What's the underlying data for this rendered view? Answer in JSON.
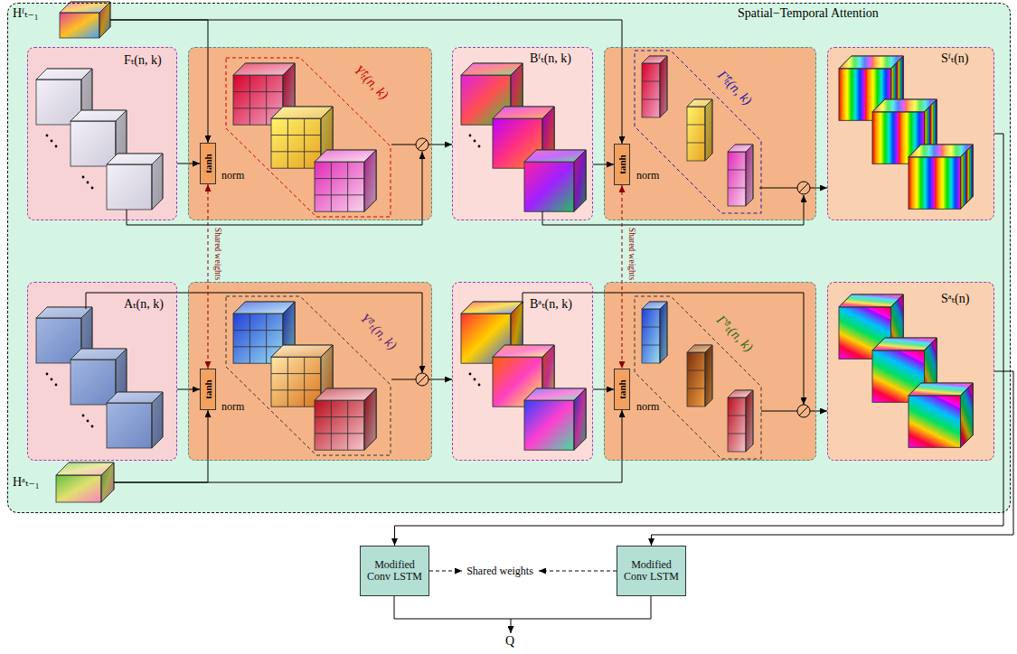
{
  "diagram": {
    "nodes": [
      {
        "text": [
          "Spatial−Temporal Attention"
        ]
      },
      {
        "text": [
          "Hᶠₜ₋₁"
        ],
        "in": 0
      },
      {
        "text": [
          "Fₜ(n, k)"
        ],
        "in": 0
      },
      {
        "text": [
          "Υ̂ᶠₜ(n, k)",
          "norm"
        ],
        "in": 0
      },
      {
        "text": [
          "tanh"
        ],
        "in": 3
      },
      {
        "text": [
          "Bᶠₜ(n, k)"
        ],
        "in": 0
      },
      {
        "text": [
          "Γ̂ᶠₜ(n, k)",
          "norm"
        ],
        "in": 0
      },
      {
        "text": [
          "tanh"
        ],
        "in": 6
      },
      {
        "text": [
          "Sᶠₜ(n)"
        ],
        "in": 0
      },
      {
        "text": [
          "Aₜ(n, k)"
        ],
        "in": 0
      },
      {
        "text": [
          "Υ̂ᵃₜ(n, k)",
          "norm"
        ],
        "in": 0
      },
      {
        "text": [
          "tanh"
        ],
        "in": 10
      },
      {
        "text": [
          "Bᵃₜ(n, k)"
        ],
        "in": 0
      },
      {
        "text": [
          "Γ̂ᵃₜ(n, k)",
          "norm"
        ],
        "in": 0
      },
      {
        "text": [
          "tanh"
        ],
        "in": 13
      },
      {
        "text": [
          "Sᵃₜ(n)"
        ],
        "in": 0
      },
      {
        "text": [
          "Hᵃₜ₋₁"
        ],
        "in": 0
      },
      {
        "text": [
          "Modified Conv LSTM"
        ]
      },
      {
        "text": [
          "Modified Conv LSTM"
        ]
      }
    ],
    "edges": [
      {
        "from": 2,
        "to": 4,
        "arrow": "to"
      },
      {
        "from": 1,
        "to": 4,
        "arrow": "to"
      },
      {
        "from": 3,
        "to": 5,
        "arrow": "to"
      },
      {
        "from": 5,
        "to": 7,
        "arrow": "to"
      },
      {
        "from": 1,
        "to": 7,
        "arrow": "to"
      },
      {
        "from": 6,
        "to": 8,
        "arrow": "to"
      },
      {
        "from": 8,
        "to": 17,
        "arrow": "to"
      },
      {
        "from": 9,
        "to": 11,
        "arrow": "to"
      },
      {
        "from": 16,
        "to": 11,
        "arrow": "to"
      },
      {
        "from": 10,
        "to": 12,
        "arrow": "to"
      },
      {
        "from": 12,
        "to": 14,
        "arrow": "to"
      },
      {
        "from": 16,
        "to": 14,
        "arrow": "to"
      },
      {
        "from": 13,
        "to": 15,
        "arrow": "to"
      },
      {
        "from": 15,
        "to": 18,
        "arrow": "to"
      },
      {
        "from": 4,
        "to": 11,
        "label": "Shared weights",
        "arrow": "both"
      },
      {
        "from": 7,
        "to": 14,
        "label": "Shared weights",
        "arrow": "both"
      }
    ],
    "labels": [
      "Shared weights",
      "Q"
    ]
  }
}
